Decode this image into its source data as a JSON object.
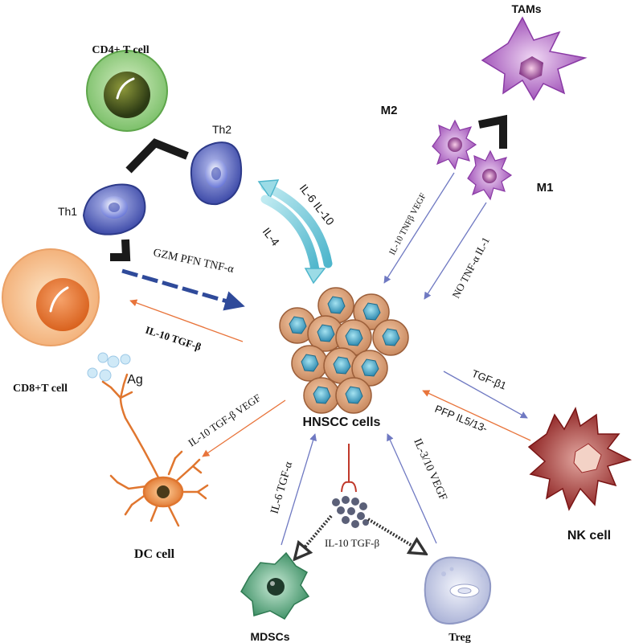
{
  "center": {
    "label": "HNSCC cells"
  },
  "cells": {
    "cd4": "CD4+ T cell",
    "th1": "Th1",
    "th2": "Th2",
    "cd8": "CD8+T cell",
    "ag": "Ag",
    "dc": "DC cell",
    "mdsc": "MDSCs",
    "treg": "Treg",
    "nk": "NK cell",
    "tams": "TAMs",
    "m2": "M2",
    "m1": "M1"
  },
  "signals": {
    "il6_il10": "IL-6 IL-10",
    "il4": "IL-4",
    "gzm": "GZM PFN TNF-α",
    "cd8_inhib": "IL-10 TGF-β",
    "dc_inhib": "IL-10 TGF-β VEGF",
    "mdsc_up": "IL-6 TGF-α",
    "mdsc_treg_center": "IL-10 TGF-β",
    "treg_up": "IL-3/10 VEGF",
    "nk_tgf": "TGF-β1",
    "nk_pfp": "PFP IL5/13-",
    "m2_signal": "IL-10 TNFβ VEGF",
    "m1_signal": "NO TNF-α IL-1"
  },
  "colors": {
    "orange_arrow": "#e8743b",
    "blue_arrow": "#6f79c2",
    "teal_arrow": "#6cc9d8",
    "dashed_arrow": "#2f4a9a"
  }
}
